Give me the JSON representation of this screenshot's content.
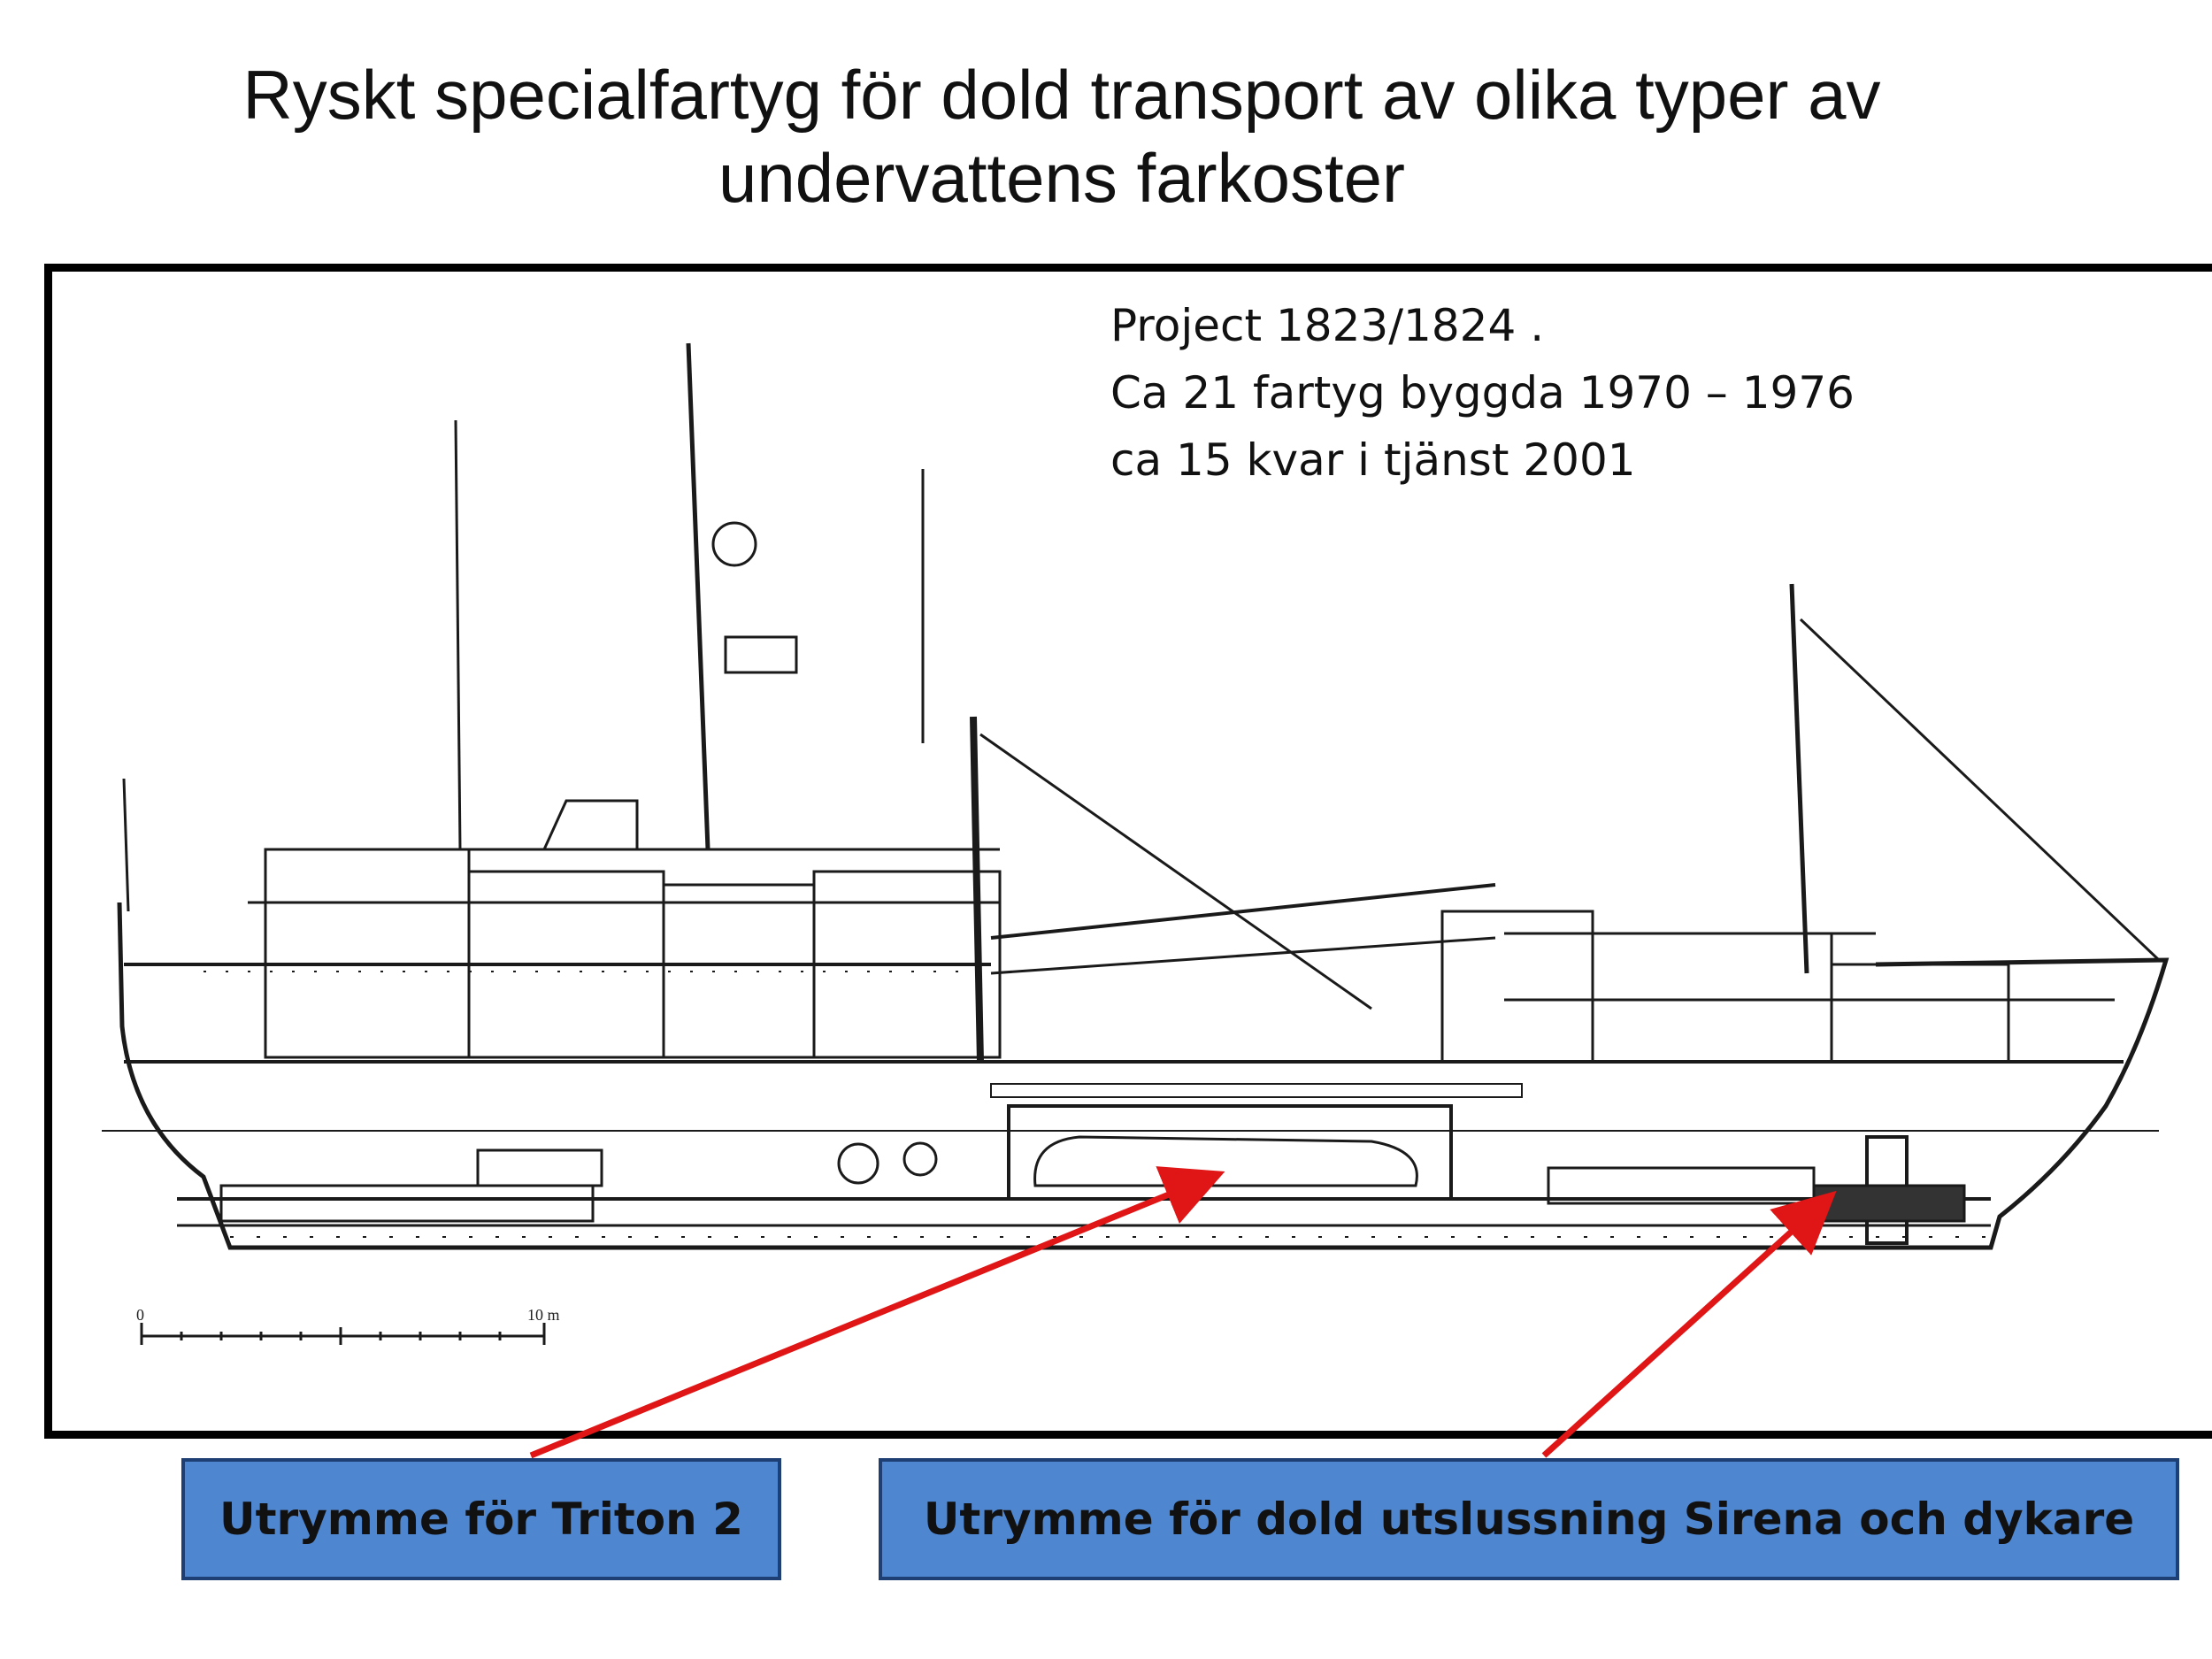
{
  "title": {
    "line1": "Ryskt specialfartyg för dold transport av olika typer av",
    "line2": "undervattens farkoster"
  },
  "info": {
    "line1": "Project 1823/1824 .",
    "line2": "Ca 21 fartyg byggda 1970 – 1976",
    "line3": "ca 15 kvar i tjänst 2001"
  },
  "scale_bar": {
    "start_label": "0",
    "end_label": "10 m"
  },
  "callouts": [
    {
      "label": "Utrymme för Triton 2"
    },
    {
      "label": "Utrymme för dold utslussning Sirena och dykare"
    }
  ],
  "colors": {
    "callout_fill": "#4f86d0",
    "arrow": "#e01515"
  }
}
